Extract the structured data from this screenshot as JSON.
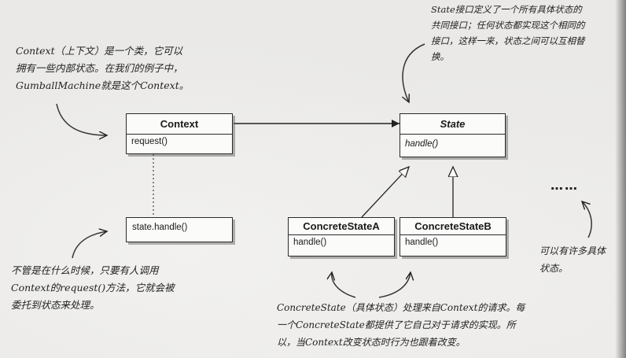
{
  "annotations": {
    "context_note": [
      "Context（上下文）是一个类，它可以",
      "拥有一些内部状态。在我们的例子中，",
      "GumballMachine就是这个Context。"
    ],
    "state_note": [
      "State接口定义了一个所有具体状态的",
      "共同接口；任何状态都实现这个相同的",
      "接口，这样一来，状态之间可以互相替",
      "换。"
    ],
    "request_note": [
      "不管是在什么时候，只要有人调用",
      "Context的request()方法，它就会被",
      "委托到状态来处理。"
    ],
    "many_states_note": [
      "可以有许多具体",
      "状态。"
    ],
    "concrete_note": [
      "ConcreteState（具体状态）处理来自Context的请求。每",
      "一个ConcreteState都提供了它自己对于请求的实现。所",
      "以，当Context改变状态时行为也跟着改变。"
    ]
  },
  "classes": {
    "context": {
      "name": "Context",
      "method": "request()"
    },
    "state": {
      "name": "State",
      "method": "handle()"
    },
    "concrete_a": {
      "name": "ConcreteStateA",
      "method": "handle()"
    },
    "concrete_b": {
      "name": "ConcreteStateB",
      "method": "handle()"
    }
  },
  "code_note": "state.handle()",
  "ellipsis": "……"
}
